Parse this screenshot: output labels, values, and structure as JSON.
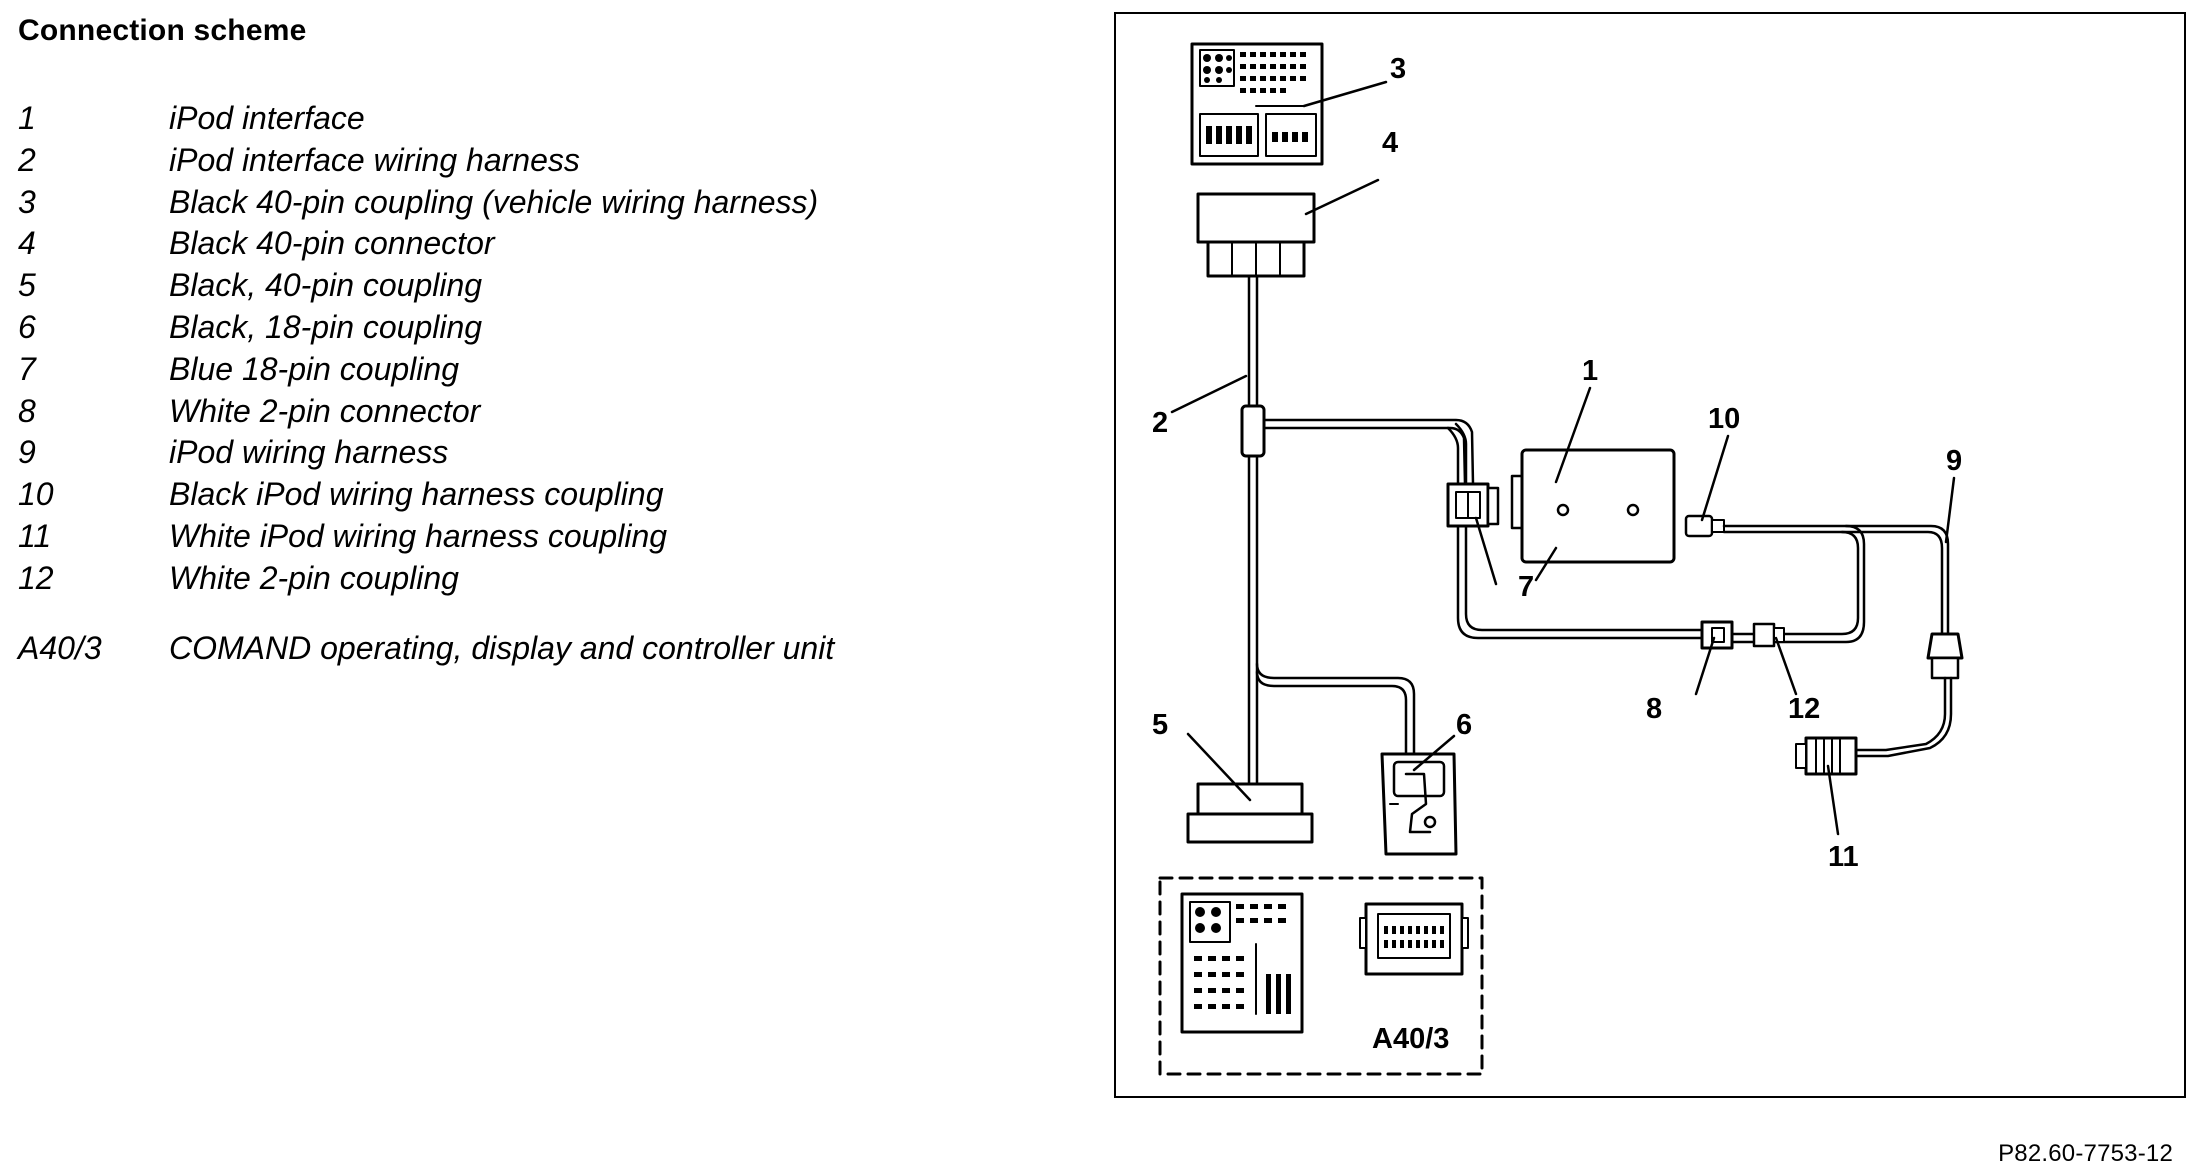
{
  "page": {
    "title": "Connection scheme",
    "figure_ref": "P82.60-7753-12"
  },
  "legend": {
    "items": [
      {
        "num": "1",
        "text": "iPod interface"
      },
      {
        "num": "2",
        "text": "iPod interface wiring harness"
      },
      {
        "num": "3",
        "text": "Black 40-pin coupling (vehicle wiring harness)"
      },
      {
        "num": "4",
        "text": "Black 40-pin connector"
      },
      {
        "num": "5",
        "text": "Black, 40-pin coupling"
      },
      {
        "num": "6",
        "text": "Black, 18-pin coupling"
      },
      {
        "num": "7",
        "text": "Blue 18-pin coupling"
      },
      {
        "num": "8",
        "text": "White 2-pin connector"
      },
      {
        "num": "9",
        "text": "iPod wiring harness"
      },
      {
        "num": "10",
        "text": "Black iPod wiring harness coupling"
      },
      {
        "num": "11",
        "text": "White iPod wiring harness coupling"
      },
      {
        "num": "12",
        "text": "White 2-pin coupling"
      }
    ],
    "extra": {
      "num": "A40/3",
      "text": "COMAND operating, display and controller unit"
    }
  },
  "diagram": {
    "callouts": {
      "c1": "1",
      "c2": "2",
      "c3": "3",
      "c4": "4",
      "c5": "5",
      "c6": "6",
      "c7": "7",
      "c8": "8",
      "c9": "9",
      "c10": "10",
      "c11": "11",
      "c12": "12"
    },
    "unit_label": "A40/3"
  }
}
